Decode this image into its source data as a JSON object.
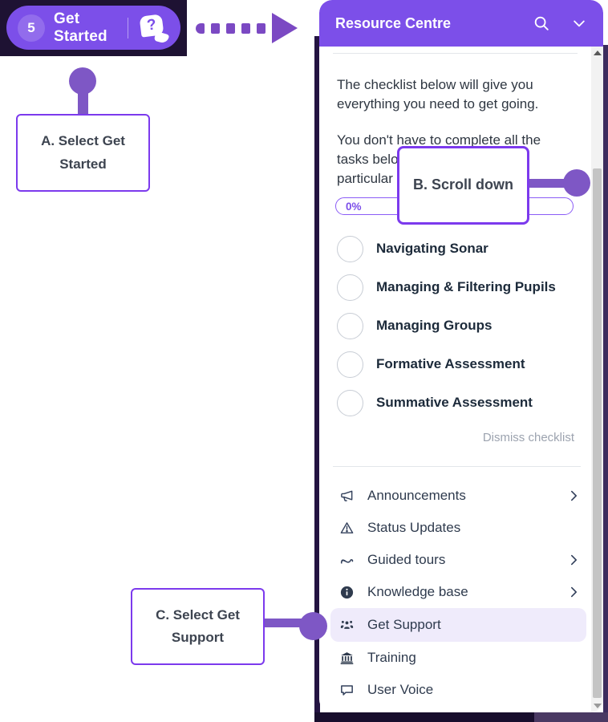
{
  "get_started": {
    "badge_count": "5",
    "label": "Get Started",
    "help_glyph": "?"
  },
  "annotations": {
    "a_label": "A. Select Get Started",
    "b_label": "B. Scroll down",
    "c_label": "C. Select Get Support"
  },
  "resource_centre": {
    "title": "Resource Centre",
    "intro_line1": "The checklist below will give you everything you need to get going.",
    "intro_line2": "You don't have to complete all the tasks below in one go or in any particular order.",
    "progress": {
      "label": "0%",
      "percent": 0
    },
    "checklist": [
      {
        "label": "Navigating Sonar",
        "checked": false
      },
      {
        "label": "Managing & Filtering Pupils",
        "checked": false
      },
      {
        "label": "Managing Groups",
        "checked": false
      },
      {
        "label": "Formative Assessment",
        "checked": false
      },
      {
        "label": "Summative Assessment",
        "checked": false
      }
    ],
    "dismiss_label": "Dismiss checklist",
    "menu": [
      {
        "icon": "megaphone-icon",
        "label": "Announcements",
        "has_submenu": true,
        "active": false
      },
      {
        "icon": "warning-triangle-icon",
        "label": "Status Updates",
        "has_submenu": false,
        "active": false
      },
      {
        "icon": "route-icon",
        "label": "Guided tours",
        "has_submenu": true,
        "active": false
      },
      {
        "icon": "info-icon",
        "label": "Knowledge base",
        "has_submenu": true,
        "active": false
      },
      {
        "icon": "users-icon",
        "label": "Get Support",
        "has_submenu": false,
        "active": true
      },
      {
        "icon": "bank-icon",
        "label": "Training",
        "has_submenu": false,
        "active": false
      },
      {
        "icon": "speech-bubble-icon",
        "label": "User Voice",
        "has_submenu": false,
        "active": false
      }
    ]
  },
  "colors": {
    "accent_purple": "#7C4FE9",
    "connector_purple": "#7E57C5",
    "arrow_purple": "#7B49C3",
    "annotation_border": "#7C3AED",
    "active_row_bg": "#EFEBFB",
    "dark_backdrop": "#1E1233",
    "frame_dark": "#241442",
    "checklist_text": "#1C2A3A",
    "dismiss_text": "#9CA3AF"
  }
}
